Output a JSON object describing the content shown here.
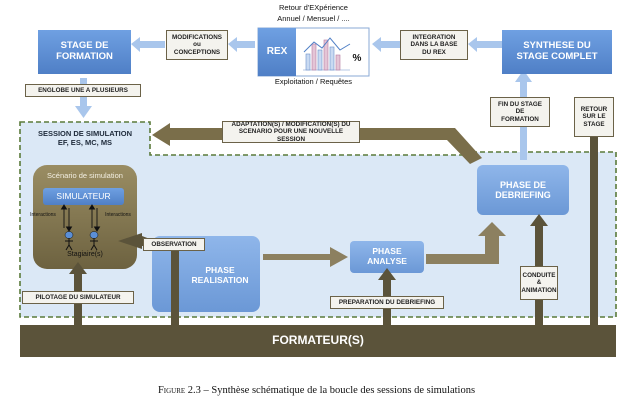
{
  "rex_header": {
    "title_line1": "Retour d'EXpérience",
    "title_line2": "Annuel / Mensuel / ....",
    "box_label": "REX",
    "percent": "%",
    "footer": "Exploitation / Requêtes"
  },
  "boxes": {
    "stage_formation": "STAGE DE FORMATION",
    "synthese": "SYNTHESE DU STAGE COMPLET",
    "session": "SESSION DE SIMULATION\nEF, ES, MC, MS",
    "scenario": "Scénario de simulation",
    "simulateur": "SIMULATEUR",
    "stagiaires": "Stagiaire(s)",
    "interactions_left": "Interactions",
    "interactions_right": "Interactions",
    "phase_realisation": "PHASE\nREALISATION",
    "phase_analyse": "PHASE\nANALYSE",
    "phase_debriefing": "PHASE DE\nDEBRIEFING",
    "formateurs": "FORMATEUR(S)"
  },
  "tags": {
    "modifications": "MODIFICATIONS\nou\nCONCEPTIONS",
    "integration": "INTEGRATION\nDANS LA BASE\nDU REX",
    "englobe": "ENGLOBE UNE A PLUSIEURS",
    "fin_stage": "FIN DU STAGE\nDE\nFORMATION",
    "retour": "RETOUR\nSUR LE\nSTAGE",
    "adaptation": "ADAPTATION(S) / MODIFICATION(S) DU\nSCENARIO POUR UNE NOUVELLE SESSION",
    "observation": "OBSERVATION",
    "conduite": "CONDUITE\n&\nANIMATION",
    "preparation": "PREPARATION DU DEBRIEFING",
    "pilotage": "PILOTAGE DU SIMULATEUR"
  },
  "caption": {
    "label": "Figure 2.3",
    "separator": " – ",
    "text": "Synthèse schématique de la boucle des sessions de simulations"
  },
  "colors": {
    "blue_box": "#5b8fd6",
    "light_blue": "#d6e5f5",
    "olive": "#7a6e4a",
    "dark_bar": "#5b533a",
    "tag_bg": "#f4f3ee",
    "dash_green": "#5a7a3a"
  }
}
